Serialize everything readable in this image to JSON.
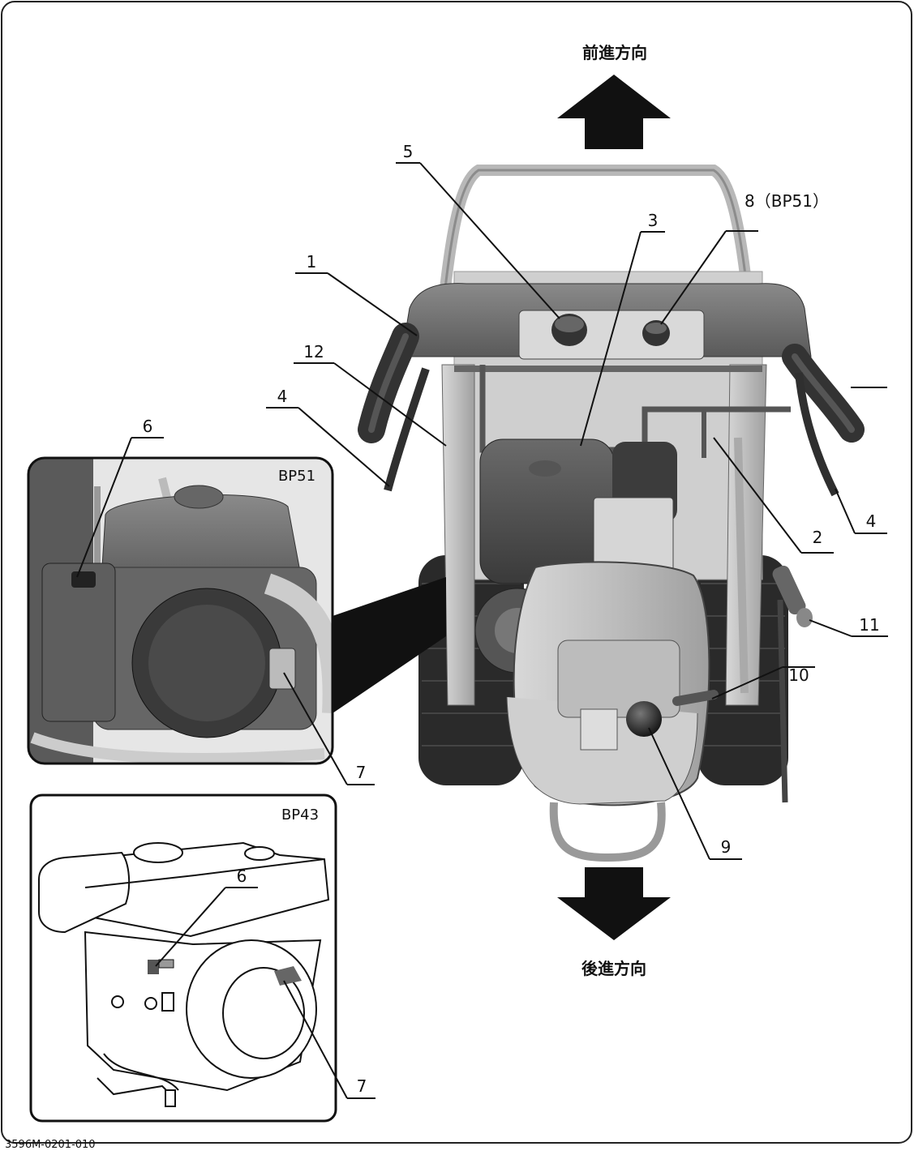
{
  "direction": {
    "forward": "前進方向",
    "reverse": "後進方向"
  },
  "figure_code": "3596M-0201-010",
  "insets": {
    "bp51": "BP51",
    "bp43": "BP43"
  },
  "callouts": {
    "c1": "1",
    "c2": "2",
    "c3": "3",
    "c4_left": "4",
    "c4_right": "4",
    "c5": "5",
    "c6_bp51": "6",
    "c6_bp43": "6",
    "c7_bp51": "7",
    "c7_bp43": "7",
    "c8": "8（BP51）",
    "c9": "9",
    "c10": "10",
    "c11": "11",
    "c12": "12"
  }
}
